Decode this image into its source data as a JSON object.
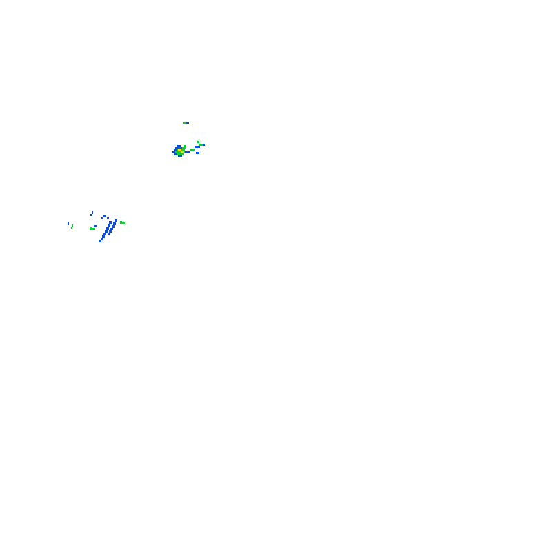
{
  "layer": {
    "type": "precipitation-radar-overlay",
    "background": "transparent",
    "colors": {
      "light": "#0a4fe0",
      "moderate": "#16c83a",
      "heavy": "#f2e40a"
    },
    "cells": [
      {
        "name": "north-cell-top-streak",
        "intensity": "light",
        "level": 0.2
      },
      {
        "name": "north-cell-core",
        "intensity": "heavy",
        "level": 0.9
      },
      {
        "name": "north-cell-body",
        "intensity": "moderate",
        "level": 0.6
      },
      {
        "name": "north-cell-trail",
        "intensity": "light",
        "level": 0.3
      },
      {
        "name": "west-cell-body",
        "intensity": "light",
        "level": 0.35
      },
      {
        "name": "west-cell-edge",
        "intensity": "moderate",
        "level": 0.55
      }
    ]
  }
}
